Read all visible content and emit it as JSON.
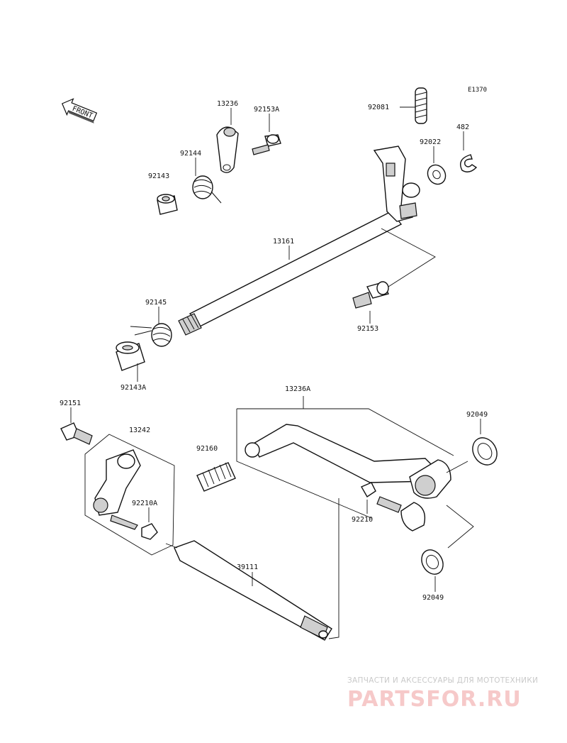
{
  "diagram_code": "E1370",
  "front_label": "FRONT",
  "parts": {
    "p13236": "13236",
    "p92153A": "92153A",
    "p92081": "92081",
    "p92022": "92022",
    "p482": "482",
    "p92144": "92144",
    "p92143": "92143",
    "p13161": "13161",
    "p92145": "92145",
    "p92153": "92153",
    "p92143A": "92143A",
    "p13236A": "13236A",
    "p92151": "92151",
    "p13242": "13242",
    "p92160": "92160",
    "p92049_top": "92049",
    "p92210A": "92210A",
    "p92210": "92210",
    "p39111": "39111",
    "p92049_bottom": "92049"
  },
  "watermark": {
    "tagline": "ЗАПЧАСТИ И АКСЕССУАРЫ ДЛЯ МОТОТЕХНИКИ",
    "logo": "PARTSFOR.RU"
  }
}
